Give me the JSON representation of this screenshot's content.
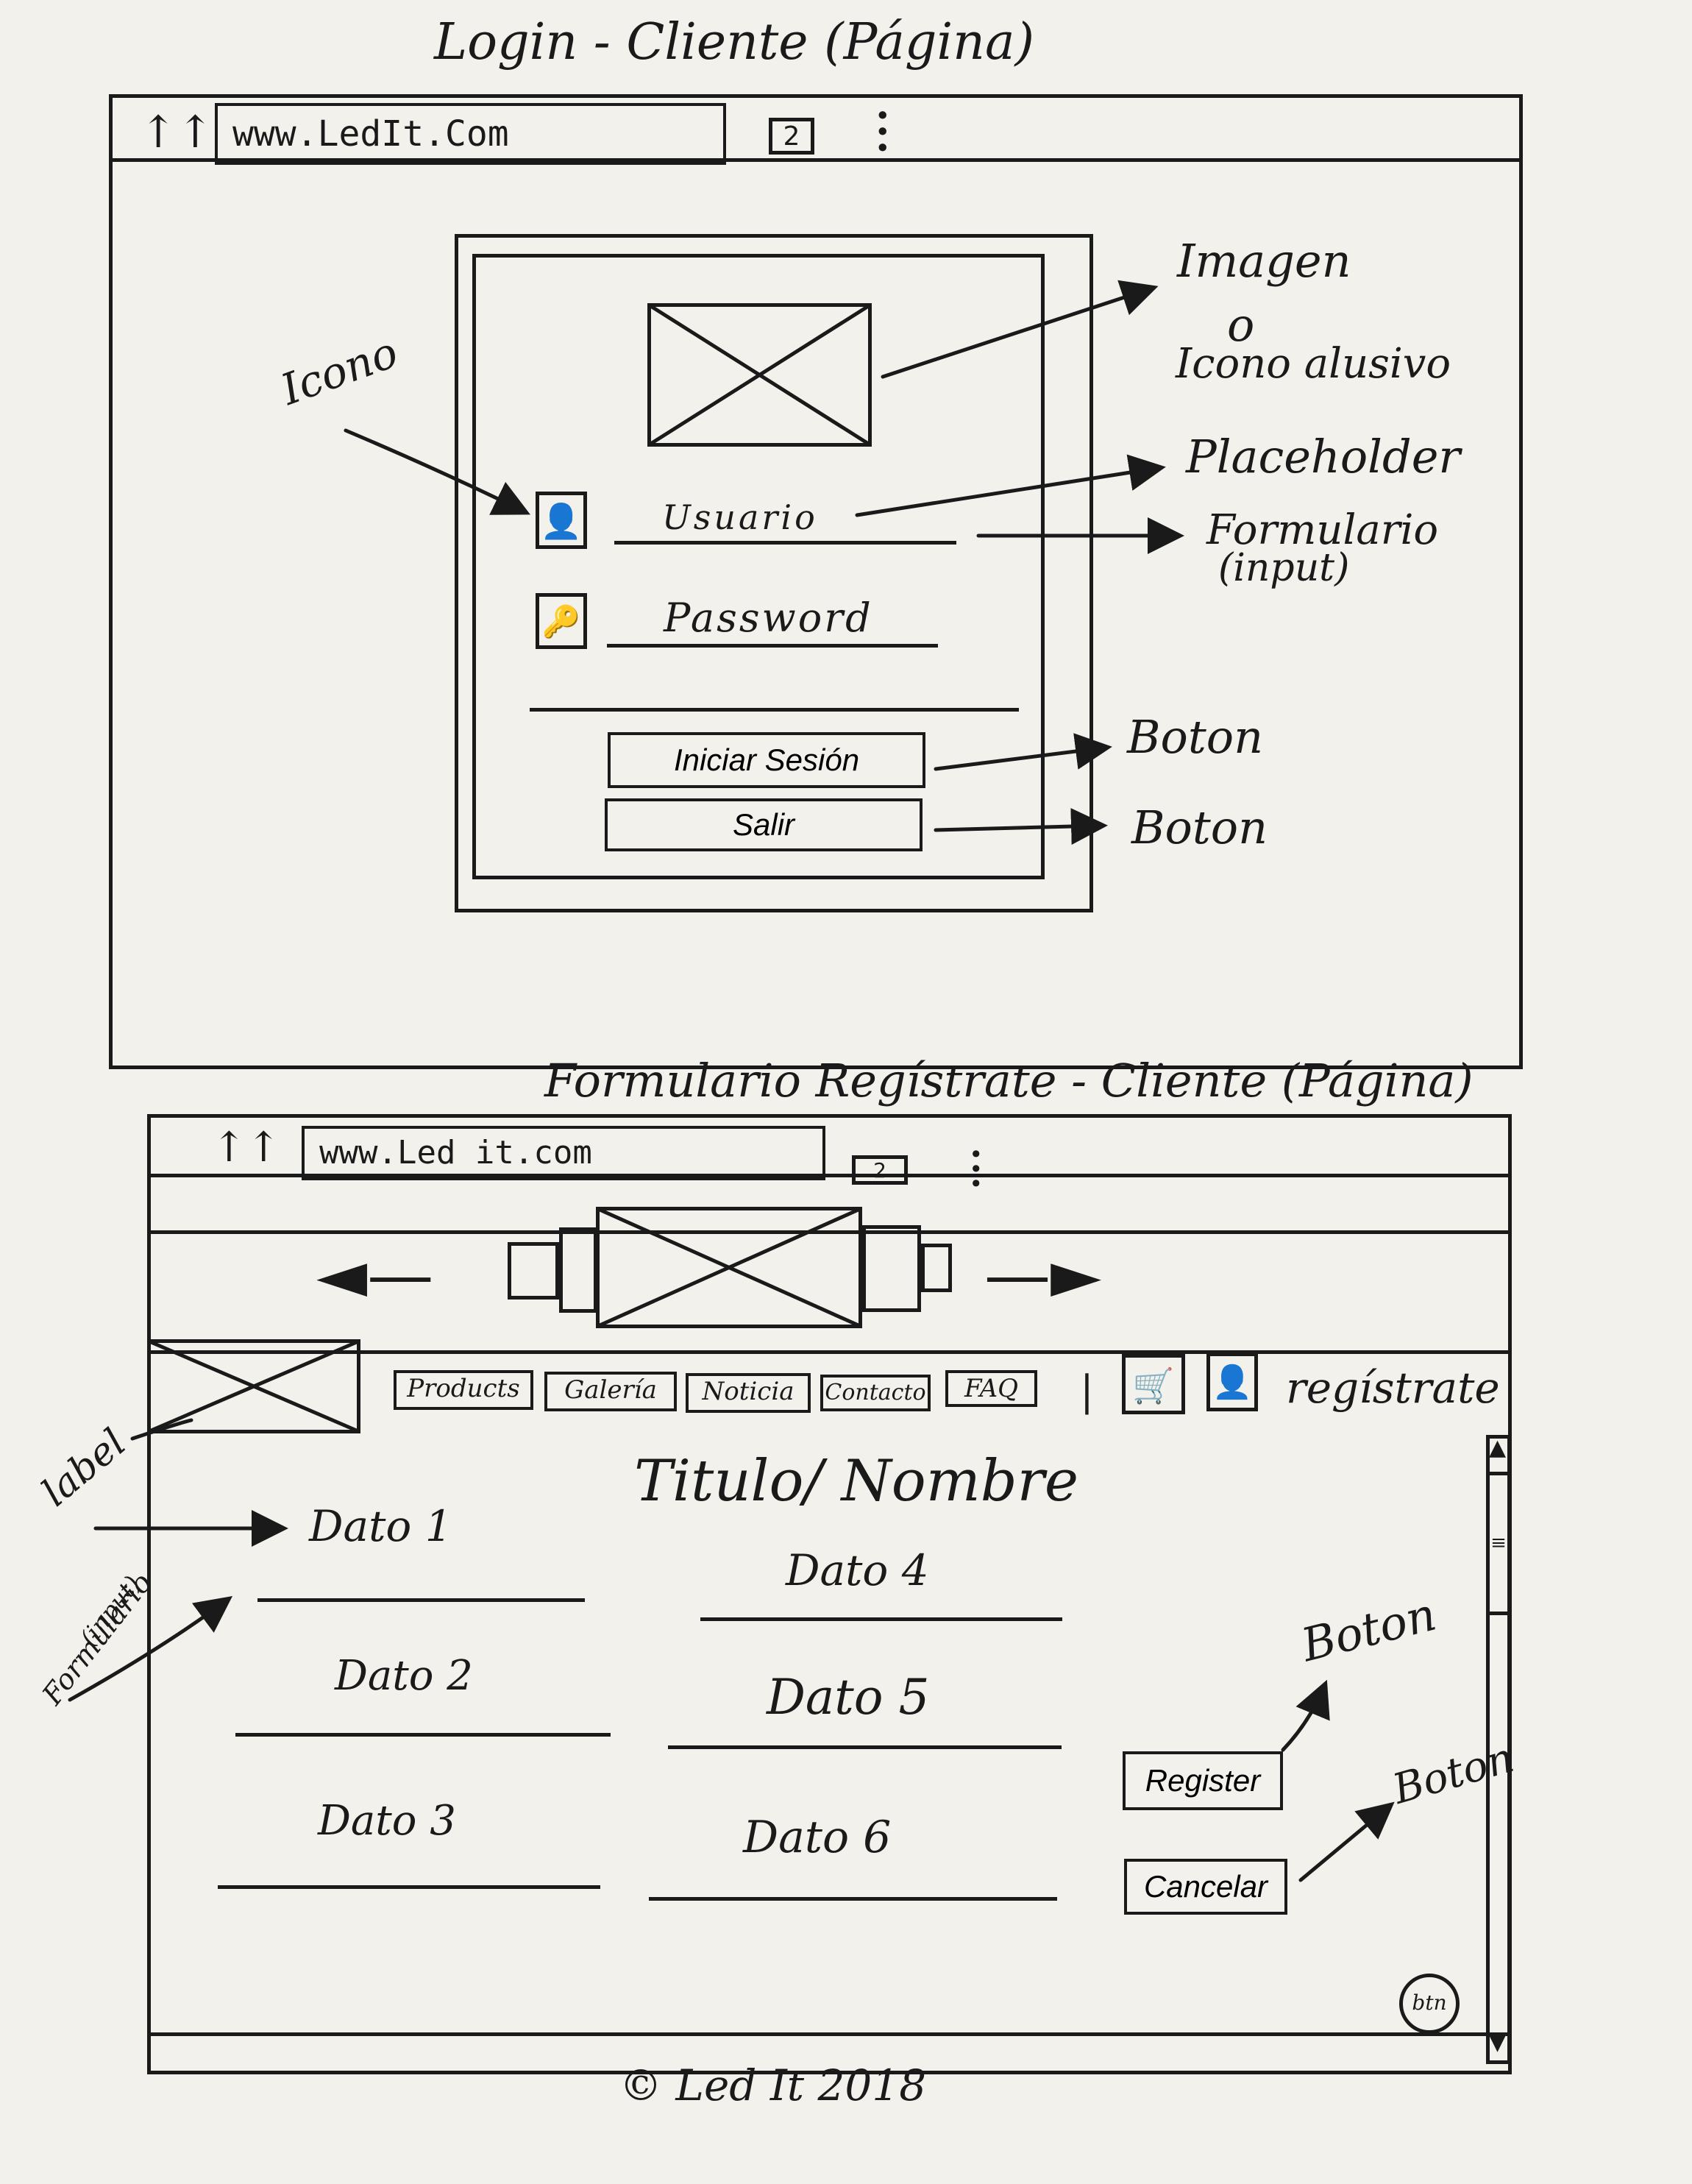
{
  "sketch1": {
    "title": "Login - Cliente (Página)",
    "browser": {
      "url": "www.LedIt.Com",
      "tab_count": "2"
    },
    "form": {
      "user_placeholder": "Usuario",
      "password_placeholder": "Password",
      "login_button": "Iniciar Sesión",
      "exit_button": "Salir"
    },
    "annotations": {
      "icon": "Icono",
      "image": "Imagen",
      "image_or": "o",
      "image_alt": "Icono alusivo",
      "placeholder": "Placeholder",
      "form_line1": "Formulario",
      "form_line2": "(input)",
      "button1": "Boton",
      "button2": "Boton"
    }
  },
  "sketch2": {
    "title": "Formulario Regístrate - Cliente (Página)",
    "browser": {
      "url": "www.Led it.com",
      "tab_count": "2"
    },
    "nav": {
      "items": [
        "Products",
        "Galería",
        "Noticia",
        "Contacto",
        "FAQ"
      ],
      "register_link": "regístrate"
    },
    "content": {
      "heading": "Titulo/ Nombre",
      "fields": [
        "Dato 1",
        "Dato 2",
        "Dato 3",
        "Dato 4",
        "Dato 5",
        "Dato 6"
      ],
      "register_button": "Register",
      "cancel_button": "Cancelar",
      "floating_button": "btn"
    },
    "footer": "© Led It 2018",
    "annotations": {
      "label": "label",
      "form_line1": "Formulario",
      "form_line2": "(input)",
      "button1": "Boton",
      "button2": "Boton"
    }
  }
}
